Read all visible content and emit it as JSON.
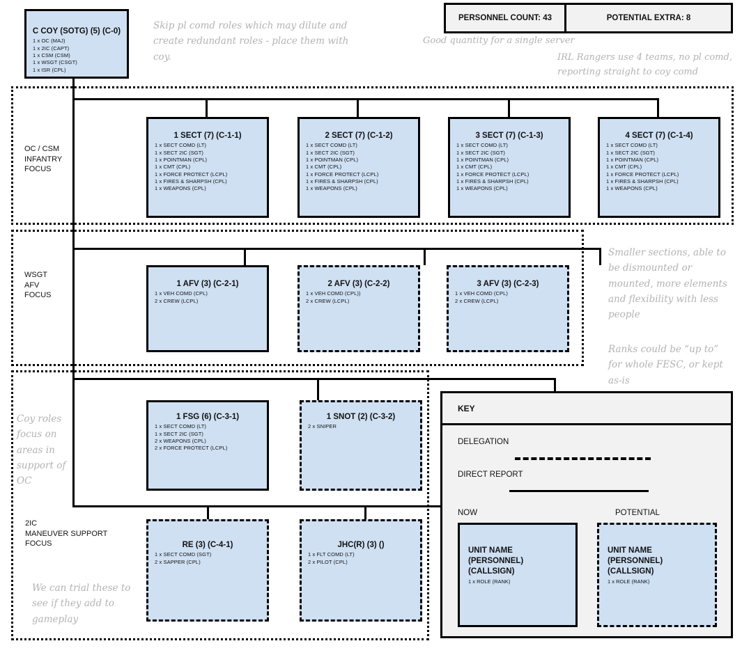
{
  "counters": {
    "personnel": "PERSONNEL COUNT: 43",
    "potential_extra": "POTENTIAL EXTRA: 8"
  },
  "notes": {
    "skip": "Skip pl comd roles which may dilute and create redundant roles - place them with coy.",
    "good_quantity": "Good quantity for a single server",
    "irl_rangers": "IRL Rangers use 4 teams, no pl comd, reporting straight to coy comd",
    "smaller_sections": "Smaller sections, able to be dismounted or mounted, more elements and flexibility with less people",
    "ranks": "Ranks could be “up to” for whole FESC, or kept as-is",
    "coy_roles": "Coy roles focus on areas in support of OC",
    "trial": "We can trial these to see if they add to gameplay"
  },
  "band_labels": {
    "infantry": "OC / CSM\nINFANTRY\nFOCUS",
    "wsgt": "WSGT\nAFV\nFOCUS",
    "second_ic": "2IC\nMANEUVER SUPPORT\nFOCUS"
  },
  "command": {
    "title": "C COY (SOTG) (5) (C-0)",
    "roles": [
      "1 x OC (MAJ)",
      "1 x 2IC (CAPT)",
      "1 x CSM (CSM)",
      "1 x WSGT (CSGT)",
      "1 x ISR (CPL)"
    ]
  },
  "infantry_sections": [
    {
      "title": "1 SECT (7) (C-1-1)",
      "style": "solid",
      "roles": [
        "1 x SECT COMD (LT)",
        "1 x SECT 2IC (SGT)",
        "1 x POINTMAN (CPL)",
        "1 x CMT (CPL)",
        "1 x FORCE PROTECT (LCPL)",
        "1 x FIRES & SHARPSH (CPL)",
        "1 x WEAPONS (CPL)"
      ]
    },
    {
      "title": "2 SECT (7) (C-1-2)",
      "style": "solid",
      "roles": [
        "1 x SECT COMD (LT)",
        "1 x SECT 2IC (SGT)",
        "1 x POINTMAN (CPL)",
        "1 x CMT (CPL)",
        "1 x FORCE PROTECT (LCPL)",
        "1 x FIRES & SHARPSH (CPL)",
        "1 x WEAPONS (CPL)"
      ]
    },
    {
      "title": "3 SECT (7) (C-1-3)",
      "style": "solid",
      "roles": [
        "1 x SECT COMD (LT)",
        "1 x SECT 2IC (SGT)",
        "1 x POINTMAN (CPL)",
        "1 x CMT (CPL)",
        "1 x FORCE PROTECT (LCPL)",
        "1 x FIRES & SHARPSH (CPL)",
        "1 x WEAPONS (CPL)"
      ]
    },
    {
      "title": "4 SECT (7) (C-1-4)",
      "style": "solid",
      "roles": [
        "1 x SECT COMD (LT)",
        "1 x SECT 2IC (SGT)",
        "1 x POINTMAN (CPL)",
        "1 x CMT (CPL)",
        "1 x FORCE PROTECT (LCPL)",
        "1 x FIRES & SHARPSH (CPL)",
        "1 x WEAPONS (CPL)"
      ]
    }
  ],
  "afv_sections": [
    {
      "title": "1 AFV (3) (C-2-1)",
      "style": "solid",
      "roles": [
        "1 x VEH COMD (CPL)",
        "2 x CREW (LCPL)"
      ]
    },
    {
      "title": "2 AFV (3) (C-2-2)",
      "style": "dashed",
      "roles": [
        "1 x VEH COMD (CPL))",
        "2 x CREW (LCPL)"
      ]
    },
    {
      "title": "3 AFV (3) (C-2-3)",
      "style": "dashed",
      "roles": [
        "1 x VEH COMD (CPL)",
        "2 x CREW (LCPL)"
      ]
    }
  ],
  "support_sections": [
    {
      "title": "1 FSG (6) (C-3-1)",
      "style": "solid",
      "roles": [
        "1 x SECT COMD (LT)",
        "1 x SECT 2IC (SGT)",
        "2 x WEAPONS (CPL)",
        "2 x FORCE PROTECT (LCPL)"
      ]
    },
    {
      "title": "1 SNOT (2) (C-3-2)",
      "style": "dashed",
      "roles": [
        "2 x SNIPER"
      ]
    }
  ],
  "maneuver_sections": [
    {
      "title": "RE (3) (C-4-1)",
      "style": "dashed",
      "roles": [
        "1 x SECT COMD (SGT)",
        "2 x SAPPER (CPL)"
      ]
    },
    {
      "title": "JHC(R) (3) ()",
      "style": "dashed",
      "roles": [
        "1 x FLT COMD (LT)",
        "2 x PILOT (CPL)"
      ]
    }
  ],
  "key": {
    "header": "KEY",
    "delegation_label": "DELEGATION",
    "direct_report_label": "DIRECT REPORT",
    "now_label": "NOW",
    "potential_label": "POTENTIAL",
    "sample_title": "UNIT NAME\n(PERSONNEL)\n(CALLSIGN)",
    "sample_role": "1 x ROLE (RANK)"
  },
  "colors": {
    "unit_fill": "#cfe0f3",
    "panel_fill": "#f2f2f2",
    "stroke": "#000000",
    "note_text": "#b3b3b3"
  }
}
